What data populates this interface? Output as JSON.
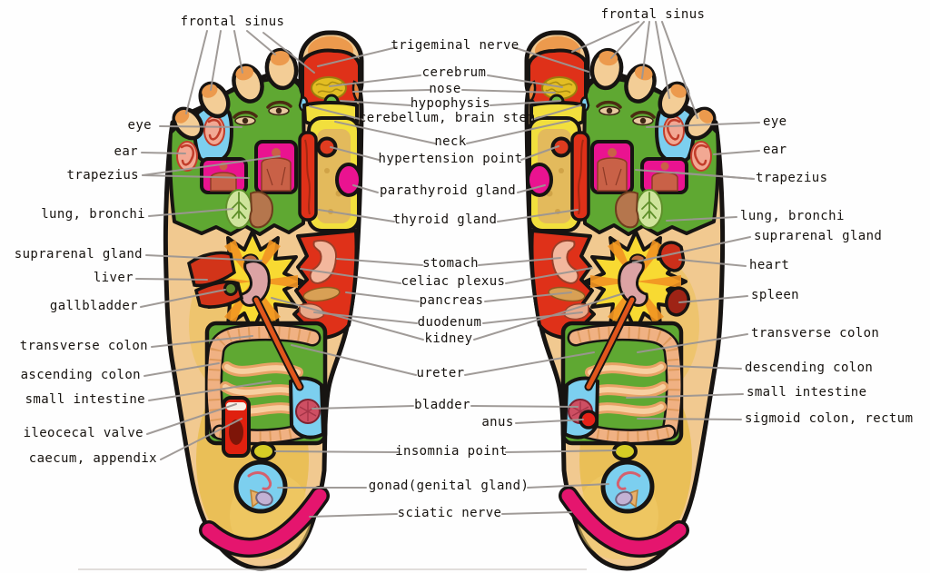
{
  "figure": {
    "type": "foot-reflexology-diagram",
    "subject": "reflex zones on the soles of both feet"
  },
  "labels": {
    "top": {
      "left_foot": "frontal sinus",
      "right_foot": "frontal sinus"
    },
    "left": [
      "eye",
      "ear",
      "trapezius",
      "lung, bronchi",
      "suprarenal gland",
      "liver",
      "gallbladder",
      "transverse colon",
      "ascending colon",
      "small intestine",
      "ileocecal valve",
      "caecum, appendix"
    ],
    "center": [
      "trigeminal nerve",
      "cerebrum",
      "nose",
      "hypophysis",
      "cerebellum, brain stem",
      "neck",
      "hypertension point",
      "parathyroid gland",
      "thyroid gland",
      "stomach",
      "celiac plexus",
      "pancreas",
      "duodenum",
      "kidney",
      "ureter",
      "bladder",
      "anus",
      "insomnia point",
      "gonad(genital gland)",
      "sciatic nerve"
    ],
    "right": [
      "eye",
      "ear",
      "trapezius",
      "lung, bronchi",
      "suprarenal gland",
      "heart",
      "spleen",
      "transverse colon",
      "descending colon",
      "small intestine",
      "sigmoid colon, rectum"
    ]
  },
  "colors": {
    "zone_green": "#5fa832",
    "zone_blue": "#7ccfef",
    "zone_magenta": "#ea1390",
    "zone_red": "#df3119",
    "zone_yellow": "#f2df3d",
    "skin": "#f1c990",
    "toe_pad": "#ec9a4d",
    "heel_gold": "#e9bd4e",
    "sunburst_yellow": "#f8da32",
    "sunburst_orange": "#f29422",
    "sciatic_pink": "#e5156e",
    "intestine": "#f0b183",
    "outline": "#171412",
    "leader_line": "#9c9693",
    "label_text": "#17130f"
  }
}
